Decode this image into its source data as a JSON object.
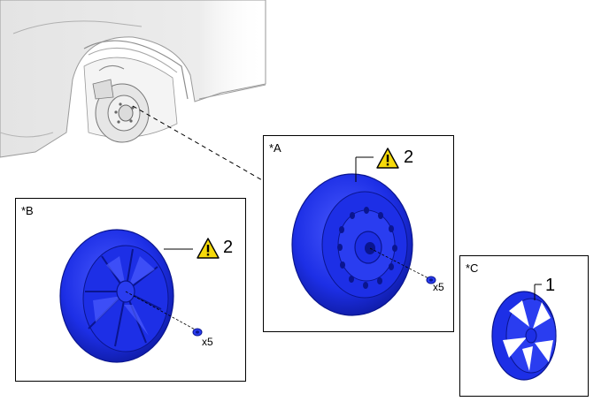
{
  "panels": {
    "a": {
      "label": "*A",
      "callout": "2",
      "quantity": "x5"
    },
    "b": {
      "label": "*B",
      "callout": "2",
      "quantity": "x5"
    },
    "c": {
      "label": "*C",
      "callout": "1"
    }
  },
  "colors": {
    "wheel_blue": "#1d2fe6",
    "wheel_dark": "#0a158f",
    "wheel_light": "#5a6cff",
    "warning_yellow": "#f5d90a",
    "car_gray": "#e9e9e9"
  },
  "icons": [
    "warning-icon",
    "lug-nut-icon"
  ]
}
